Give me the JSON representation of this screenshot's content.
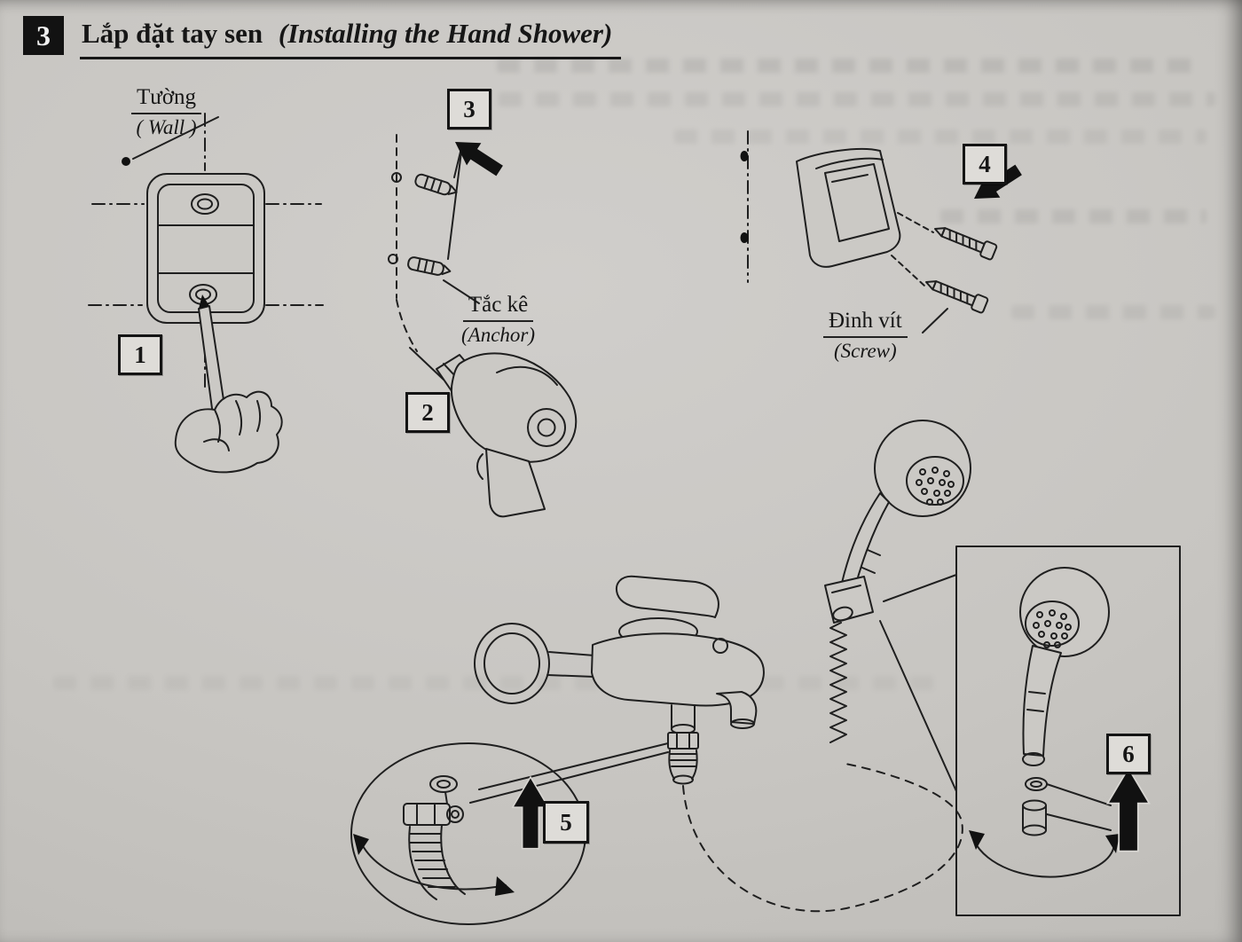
{
  "page": {
    "section_number": "3",
    "title_vi": "Lắp đặt tay sen",
    "title_en": "(Installing the Hand Shower)"
  },
  "labels": {
    "wall_vi": "Tường",
    "wall_en": "( Wall )",
    "anchor_vi": "Tắc kê",
    "anchor_en": "(Anchor)",
    "screw_vi": "Đinh vít",
    "screw_en": "(Screw)"
  },
  "steps": {
    "s1": "1",
    "s2": "2",
    "s3": "3",
    "s4": "4",
    "s5": "5",
    "s6": "6"
  },
  "colors": {
    "ink": "#1f1f1f",
    "paper": "#c7c5c1"
  }
}
